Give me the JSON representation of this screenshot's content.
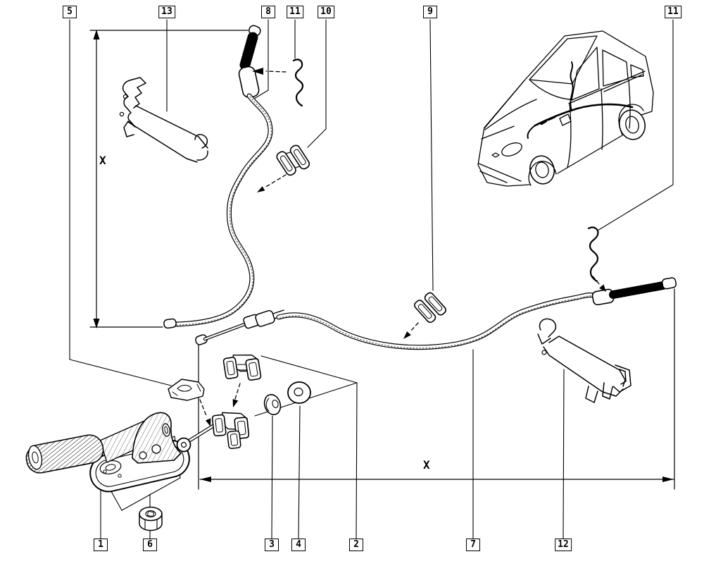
{
  "document": {
    "type": "exploded-parts-diagram",
    "subject": "Handbrake control - lever, cables, clips and brackets with vehicle location view",
    "background_color": "#ffffff",
    "line_color": "#000000"
  },
  "callouts": {
    "top": [
      {
        "label": "5"
      },
      {
        "label": "13"
      },
      {
        "label": "8"
      },
      {
        "label": "11"
      },
      {
        "label": "10"
      },
      {
        "label": "9"
      },
      {
        "label": "11"
      }
    ],
    "bottom": [
      {
        "label": "1"
      },
      {
        "label": "6"
      },
      {
        "label": "3"
      },
      {
        "label": "4"
      },
      {
        "label": "2"
      },
      {
        "label": "7"
      },
      {
        "label": "12"
      }
    ]
  },
  "dimensions": {
    "vertical_label": "X",
    "horizontal_label": "X"
  }
}
